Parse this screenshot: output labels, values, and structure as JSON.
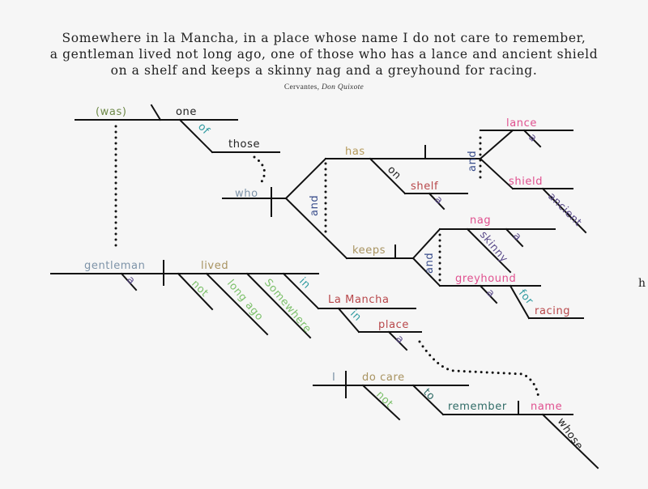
{
  "quote": {
    "lines": [
      "Somewhere in la Mancha, in a place whose name I do not care to remember,",
      "a gentleman lived not long ago, one of those who has a lance and ancient shield",
      "on a shelf and keeps a skinny nag and a greyhound for racing."
    ],
    "author": "Cervantes,",
    "work": "Don Quixote"
  },
  "edge_text": "h",
  "colors": {
    "line": "#111111",
    "olive": "#6f8a4a",
    "gold": "#b59a5a",
    "slate": "#7d93a8",
    "teal": "#2f9aa0",
    "navy": "#3a4e8c",
    "purple": "#5a4b8a",
    "green": "#7cc06a",
    "crimson": "#b8474a",
    "pink": "#e0508f",
    "tan": "#a89360",
    "black": "#222222",
    "darkteal": "#2f6b66"
  },
  "words": [
    {
      "id": "was",
      "text": "(was)",
      "color": "olive"
    },
    {
      "id": "one",
      "text": "one",
      "color": "black"
    },
    {
      "id": "of",
      "text": "of",
      "color": "teal"
    },
    {
      "id": "those",
      "text": "those",
      "color": "black"
    },
    {
      "id": "who",
      "text": "who",
      "color": "slate"
    },
    {
      "id": "and1",
      "text": "and",
      "color": "navy"
    },
    {
      "id": "has",
      "text": "has",
      "color": "gold"
    },
    {
      "id": "on",
      "text": "on",
      "color": "black"
    },
    {
      "id": "shelf",
      "text": "shelf",
      "color": "crimson"
    },
    {
      "id": "a_shelf",
      "text": "a",
      "color": "purple"
    },
    {
      "id": "and2",
      "text": "and",
      "color": "navy"
    },
    {
      "id": "lance",
      "text": "lance",
      "color": "pink"
    },
    {
      "id": "a_lance",
      "text": "a",
      "color": "purple"
    },
    {
      "id": "shield",
      "text": "shield",
      "color": "pink"
    },
    {
      "id": "ancient",
      "text": "ancient",
      "color": "purple"
    },
    {
      "id": "keeps",
      "text": "keeps",
      "color": "tan"
    },
    {
      "id": "and3",
      "text": "and",
      "color": "navy"
    },
    {
      "id": "nag",
      "text": "nag",
      "color": "pink"
    },
    {
      "id": "skinny",
      "text": "skinny",
      "color": "purple"
    },
    {
      "id": "a_nag",
      "text": "a",
      "color": "purple"
    },
    {
      "id": "greyhound",
      "text": "greyhound",
      "color": "pink"
    },
    {
      "id": "a_grey",
      "text": "a",
      "color": "purple"
    },
    {
      "id": "for",
      "text": "for",
      "color": "teal"
    },
    {
      "id": "racing",
      "text": "racing",
      "color": "crimson"
    },
    {
      "id": "gentleman",
      "text": "gentleman",
      "color": "slate"
    },
    {
      "id": "a_gent",
      "text": "a",
      "color": "purple"
    },
    {
      "id": "lived",
      "text": "lived",
      "color": "tan"
    },
    {
      "id": "not1",
      "text": "not",
      "color": "green"
    },
    {
      "id": "longago",
      "text": "long ago",
      "color": "green"
    },
    {
      "id": "somewhere",
      "text": "Somewhere",
      "color": "green"
    },
    {
      "id": "in1",
      "text": "in",
      "color": "teal"
    },
    {
      "id": "lamancha",
      "text": "La Mancha",
      "color": "crimson"
    },
    {
      "id": "in2",
      "text": "in",
      "color": "teal"
    },
    {
      "id": "place",
      "text": "place",
      "color": "crimson"
    },
    {
      "id": "a_place",
      "text": "a",
      "color": "purple"
    },
    {
      "id": "I",
      "text": "I",
      "color": "slate"
    },
    {
      "id": "docare",
      "text": "do care",
      "color": "tan"
    },
    {
      "id": "not2",
      "text": "not",
      "color": "green"
    },
    {
      "id": "to",
      "text": "to",
      "color": "darkteal"
    },
    {
      "id": "remember",
      "text": "remember",
      "color": "darkteal"
    },
    {
      "id": "name",
      "text": "name",
      "color": "pink"
    },
    {
      "id": "whose",
      "text": "whose",
      "color": "black"
    }
  ]
}
